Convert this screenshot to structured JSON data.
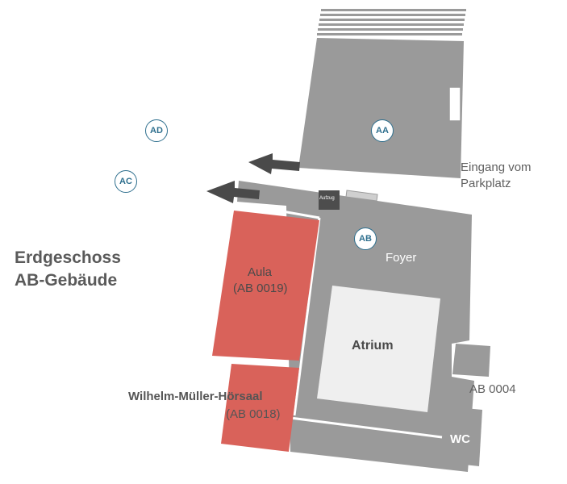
{
  "title": {
    "line1": "Erdgeschoss",
    "line2": "AB-Gebäude"
  },
  "buildings": {
    "aa": "AA",
    "ab": "AB",
    "ac": "AC",
    "ad": "AD"
  },
  "rooms": {
    "aula_name": "Aula",
    "aula_number": "(AB 0019)",
    "hoersaal_name": "Wilhelm-Müller-Hörsaal",
    "hoersaal_number": "(AB 0018)",
    "foyer": "Foyer",
    "atrium": "Atrium",
    "ab0004": "AB 0004",
    "wc": "WC",
    "aufzug": "Aufzug"
  },
  "entrance": {
    "line1": "Eingang vom",
    "line2": "Parkplatz"
  },
  "colors": {
    "building": "#9a9a9a",
    "lecture_hall": "#d9625a",
    "atrium": "#efefef",
    "badge": "#2e6f8e",
    "arrow": "#4a4a4a",
    "text": "#555555"
  },
  "icons": {
    "direction": "arrow-left-icon"
  }
}
